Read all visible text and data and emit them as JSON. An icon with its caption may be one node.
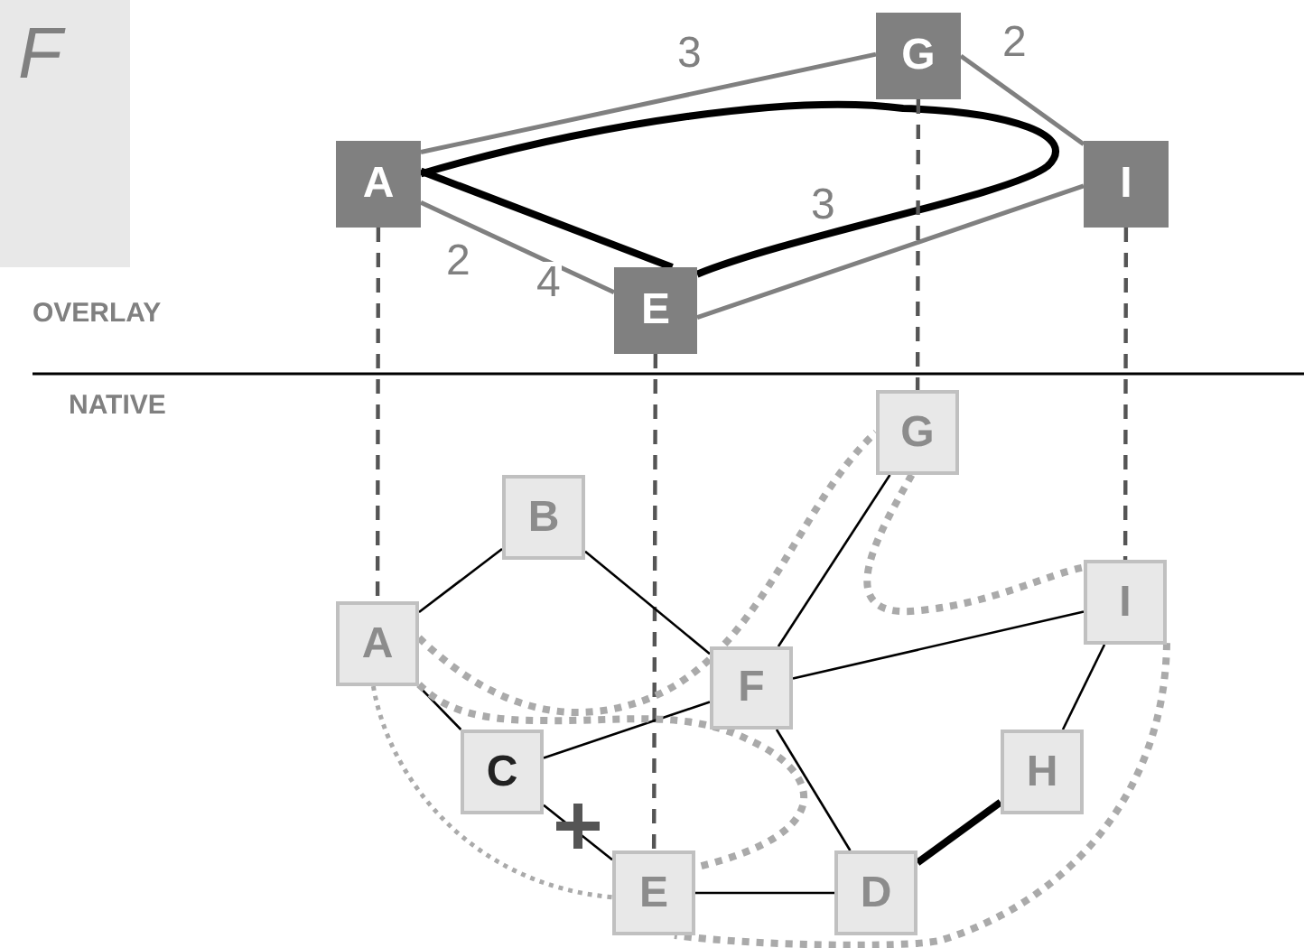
{
  "diagram": {
    "nodes": [
      {
        "text": [
          "A"
        ]
      },
      {
        "text": [
          "G"
        ]
      },
      {
        "text": [
          "I"
        ]
      },
      {
        "text": [
          "E"
        ]
      },
      {
        "text": [
          "A"
        ]
      },
      {
        "text": [
          "B"
        ]
      },
      {
        "text": [
          "C"
        ]
      },
      {
        "text": [
          "E"
        ]
      },
      {
        "text": [
          "D"
        ]
      },
      {
        "text": [
          "F"
        ]
      },
      {
        "text": [
          "G"
        ]
      },
      {
        "text": [
          "H"
        ]
      },
      {
        "text": [
          "I"
        ]
      }
    ],
    "edges": [
      {
        "from": 0,
        "to": 1,
        "arrow": "none",
        "label": "3",
        "color": "#808080"
      },
      {
        "from": 1,
        "to": 2,
        "arrow": "none",
        "label": "2",
        "color": "#808080"
      },
      {
        "from": 0,
        "to": 3,
        "arrow": "none",
        "label": "2",
        "color": "#808080"
      },
      {
        "from": 0,
        "to": 3,
        "arrow": "none",
        "label": "4",
        "style": "thick"
      },
      {
        "from": 3,
        "to": 2,
        "arrow": "none",
        "label": "3",
        "color": "#808080"
      },
      {
        "from": 0,
        "to": 3,
        "arrow": "none",
        "style": "thick"
      },
      {
        "from": 0,
        "to": 4,
        "arrow": "none",
        "style": "dashed",
        "color": "#555555"
      },
      {
        "from": 3,
        "to": 7,
        "arrow": "none",
        "style": "dashed",
        "color": "#555555"
      },
      {
        "from": 1,
        "to": 10,
        "arrow": "none",
        "style": "dashed",
        "color": "#555555"
      },
      {
        "from": 2,
        "to": 12,
        "arrow": "none",
        "style": "dashed",
        "color": "#555555"
      },
      {
        "from": 4,
        "to": 5,
        "arrow": "none"
      },
      {
        "from": 5,
        "to": 9,
        "arrow": "none"
      },
      {
        "from": 4,
        "to": 6,
        "arrow": "none"
      },
      {
        "from": 6,
        "to": 9,
        "arrow": "none"
      },
      {
        "from": 6,
        "to": 7,
        "arrow": "none"
      },
      {
        "from": 7,
        "to": 8,
        "arrow": "none"
      },
      {
        "from": 9,
        "to": 8,
        "arrow": "none"
      },
      {
        "from": 9,
        "to": 10,
        "arrow": "none"
      },
      {
        "from": 9,
        "to": 12,
        "arrow": "none"
      },
      {
        "from": 12,
        "to": 11,
        "arrow": "none"
      },
      {
        "from": 11,
        "to": 8,
        "arrow": "none",
        "style": "thick"
      },
      {
        "from": 4,
        "to": 10,
        "arrow": "none",
        "style": "dashed",
        "color": "#aaaaaa"
      },
      {
        "from": 4,
        "to": 7,
        "arrow": "none",
        "style": "dashed",
        "color": "#aaaaaa"
      },
      {
        "from": 4,
        "to": 7,
        "arrow": "none",
        "style": "dashed",
        "color": "#aaaaaa"
      },
      {
        "from": 10,
        "to": 12,
        "arrow": "none",
        "style": "dashed",
        "color": "#aaaaaa"
      },
      {
        "from": 12,
        "to": 7,
        "arrow": "none",
        "style": "dashed",
        "color": "#aaaaaa"
      }
    ],
    "labels": [
      "F",
      "OVERLAY",
      "NATIVE"
    ]
  }
}
